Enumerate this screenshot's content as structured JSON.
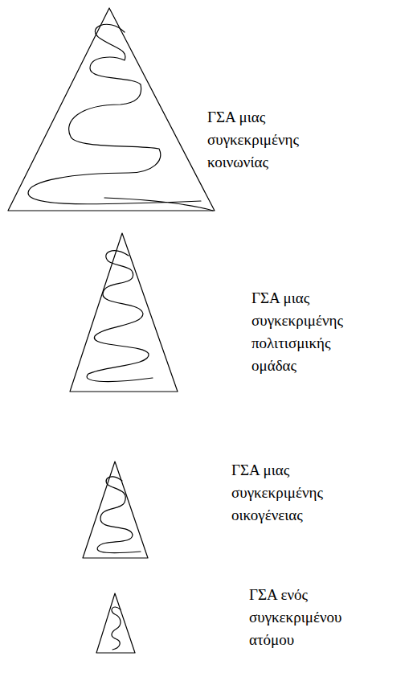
{
  "diagram": {
    "labels": [
      "ΓΣΑ μιας συγκεκριμένης κοινωνίας",
      "ΓΣΑ μιας συγκεκριμένης πολιτισμικής ομάδας",
      "ΓΣΑ μιας συγκεκριμένης οικογένειας",
      "ΓΣΑ ενός συγκεκριμένου ατόμου"
    ]
  }
}
